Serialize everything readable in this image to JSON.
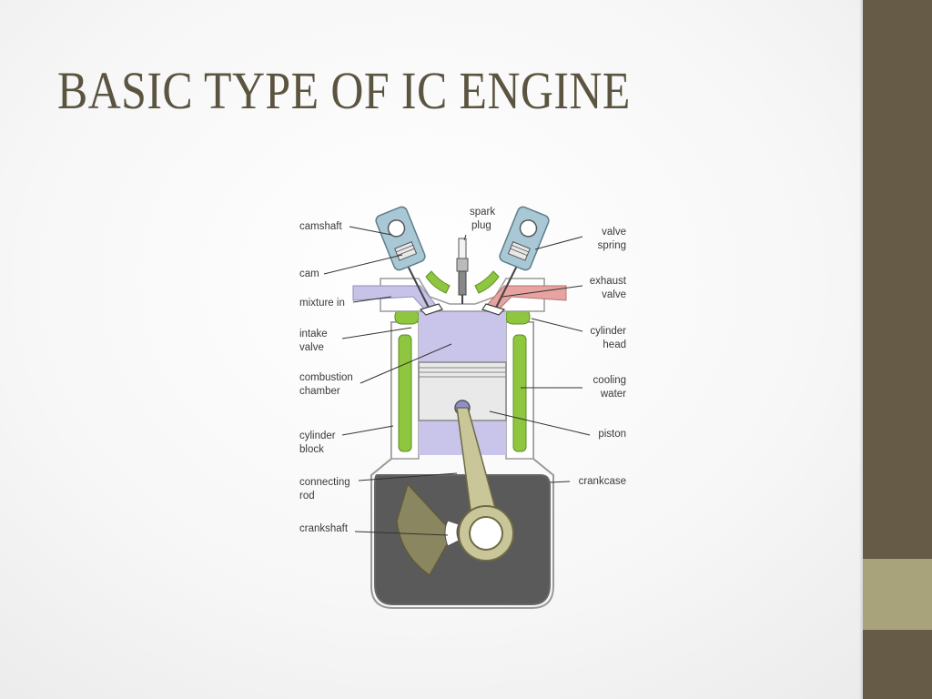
{
  "slide": {
    "title": "BASIC TYPE OF IC ENGINE"
  },
  "diagram": {
    "labels_left": {
      "camshaft": "camshaft",
      "cam": "cam",
      "mixture_in": "mixture in",
      "intake_valve_1": "intake",
      "intake_valve_2": "valve",
      "combustion_chamber_1": "combustion",
      "combustion_chamber_2": "chamber",
      "cylinder_block_1": "cylinder",
      "cylinder_block_2": "block",
      "connecting_rod_1": "connecting",
      "connecting_rod_2": "rod",
      "crankshaft": "crankshaft"
    },
    "labels_top": {
      "spark_plug_1": "spark",
      "spark_plug_2": "plug"
    },
    "labels_right": {
      "valve_spring_1": "valve",
      "valve_spring_2": "spring",
      "exhaust_valve_1": "exhaust",
      "exhaust_valve_2": "valve",
      "cylinder_head_1": "cylinder",
      "cylinder_head_2": "head",
      "cooling_water_1": "cooling",
      "cooling_water_2": "water",
      "piston": "piston",
      "crankcase": "crankcase"
    },
    "colors": {
      "coolant": "#8ec63f",
      "chamber": "#c9c4ea",
      "intake_gas": "#c7c2e8",
      "exhaust_gas": "#e6a3a0",
      "crankcase": "#5a5a5a",
      "cam_housing": "#a9c8d6",
      "rod": "#c9c69a"
    }
  }
}
